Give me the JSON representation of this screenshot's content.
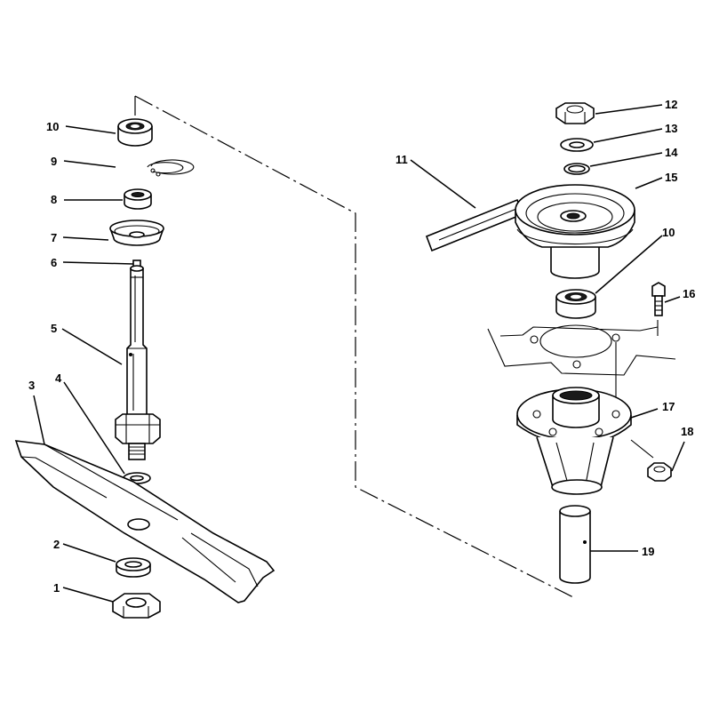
{
  "diagram": {
    "callouts": [
      {
        "id": "c1",
        "label": "1"
      },
      {
        "id": "c2",
        "label": "2"
      },
      {
        "id": "c3",
        "label": "3"
      },
      {
        "id": "c4",
        "label": "4"
      },
      {
        "id": "c5",
        "label": "5"
      },
      {
        "id": "c6",
        "label": "6"
      },
      {
        "id": "c7",
        "label": "7"
      },
      {
        "id": "c8",
        "label": "8"
      },
      {
        "id": "c9",
        "label": "9"
      },
      {
        "id": "c10a",
        "label": "10"
      },
      {
        "id": "c10b",
        "label": "10"
      },
      {
        "id": "c11",
        "label": "11"
      },
      {
        "id": "c12",
        "label": "12"
      },
      {
        "id": "c13",
        "label": "13"
      },
      {
        "id": "c14",
        "label": "14"
      },
      {
        "id": "c15",
        "label": "15"
      },
      {
        "id": "c16",
        "label": "16"
      },
      {
        "id": "c17",
        "label": "17"
      },
      {
        "id": "c18",
        "label": "18"
      },
      {
        "id": "c19",
        "label": "19"
      }
    ]
  }
}
